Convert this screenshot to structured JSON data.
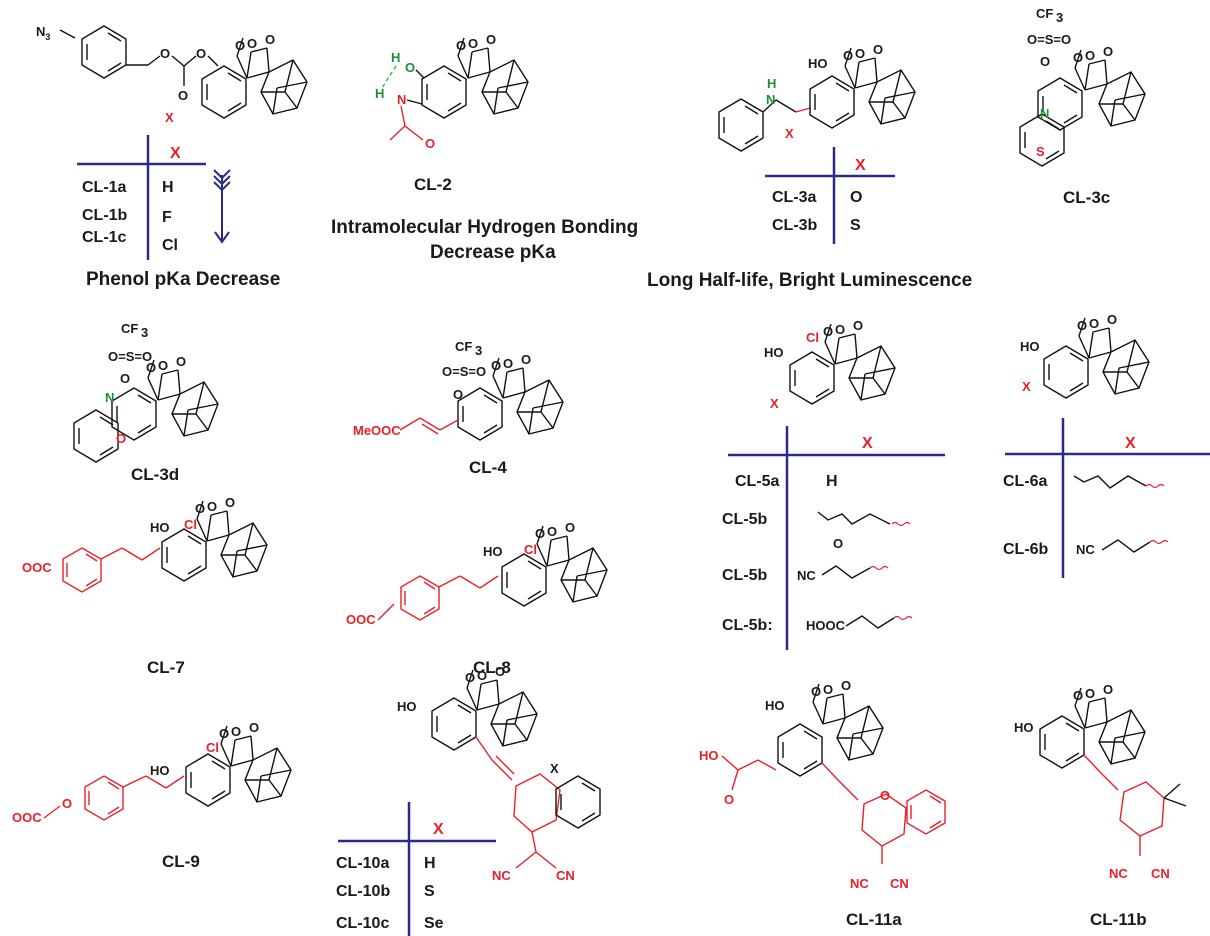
{
  "captions": {
    "phenol": "Phenol pKa Decrease",
    "hbond_1": "Intramolecular Hydrogen Bonding",
    "hbond_2": "Decrease pKa",
    "luminescence": "Long Half-life, Bright Luminescence"
  },
  "compound_labels": {
    "cl2": "CL-2",
    "cl3c": "CL-3c",
    "cl3d": "CL-3d",
    "cl4": "CL-4",
    "cl7": "CL-7",
    "cl8": "CL-8",
    "cl9": "CL-9",
    "cl11a": "CL-11a",
    "cl11b": "CL-11b"
  },
  "tables": {
    "cl1": {
      "header": "X",
      "rows": [
        {
          "label": "CL-1a",
          "value": "H"
        },
        {
          "label": "CL-1b",
          "value": "F"
        },
        {
          "label": "CL-1c",
          "value": "Cl"
        }
      ]
    },
    "cl3": {
      "header": "X",
      "rows": [
        {
          "label": "CL-3a",
          "value": "O"
        },
        {
          "label": "CL-3b",
          "value": "S"
        }
      ]
    },
    "cl5": {
      "header": "X",
      "rows": [
        {
          "label": "CL-5a",
          "value": "H"
        },
        {
          "label": "CL-5b",
          "value": ""
        },
        {
          "label": "CL-5b",
          "value": "NC"
        },
        {
          "label": "CL-5b:",
          "value": "HOOC"
        }
      ]
    },
    "cl6": {
      "header": "X",
      "rows": [
        {
          "label": "CL-6a",
          "value": ""
        },
        {
          "label": "CL-6b",
          "value": "NC"
        }
      ]
    },
    "cl10": {
      "header": "X",
      "rows": [
        {
          "label": "CL-10a",
          "value": "H"
        },
        {
          "label": "CL-10b",
          "value": "S"
        },
        {
          "label": "CL-10c",
          "value": "Se"
        }
      ]
    }
  },
  "atoms": {
    "n3": "N",
    "n3_sub": "3",
    "x": "X",
    "h": "H",
    "o": "O",
    "n": "N",
    "s": "S",
    "ho": "HO",
    "cl": "Cl",
    "cf3": "CF",
    "cf3_sub": "3",
    "so2": "O=S=O",
    "meooc": "MeOOC",
    "ooc": "OOC",
    "nc": "NC",
    "cn": "CN"
  }
}
